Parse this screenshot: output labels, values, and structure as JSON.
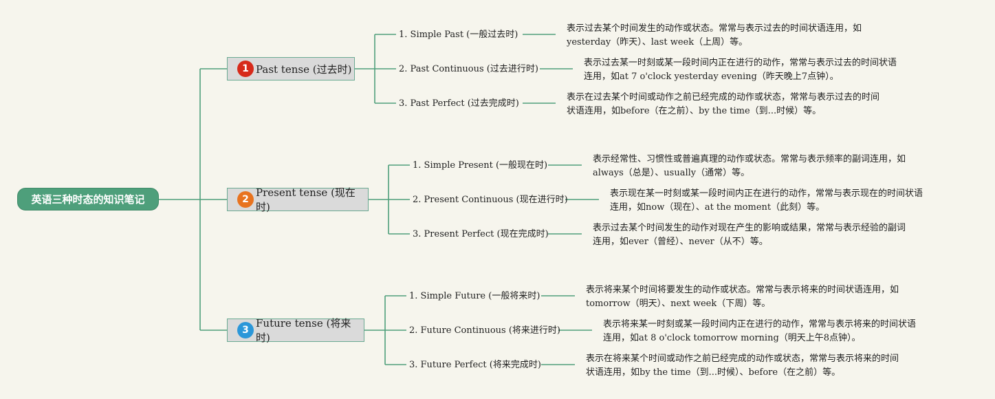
{
  "root": {
    "label": "英语三种时态的知识笔记"
  },
  "colors": {
    "line": "#4e9f7b",
    "root_bg": "#4e9f7b",
    "branch_bg": "#dadada"
  },
  "branches": [
    {
      "badge": "1",
      "badge_color": "#d72a1a",
      "label": "Past tense (过去时)",
      "items": [
        {
          "label": "1. Simple Past (一般过去时)",
          "desc": [
            "表示过去某个时间发生的动作或状态。常常与表示过去的时间状语连用，如",
            "yesterday（昨天）、last week（上周）等。"
          ]
        },
        {
          "label": "2. Past Continuous (过去进行时)",
          "desc": [
            "表示过去某一时刻或某一段时间内正在进行的动作，常常与表示过去的时间状语",
            "连用，如at 7 o'clock yesterday evening（昨天晚上7点钟）。"
          ]
        },
        {
          "label": "3. Past Perfect (过去完成时)",
          "desc": [
            "表示在过去某个时间或动作之前已经完成的动作或状态，常常与表示过去的时间",
            "状语连用，如before（在之前）、by the time（到...时候）等。"
          ]
        }
      ]
    },
    {
      "badge": "2",
      "badge_color": "#e8731f",
      "label": "Present tense (现在时)",
      "items": [
        {
          "label": "1. Simple Present (一般现在时)",
          "desc": [
            "表示经常性、习惯性或普遍真理的动作或状态。常常与表示频率的副词连用，如",
            "always（总是）、usually（通常）等。"
          ]
        },
        {
          "label": "2. Present Continuous (现在进行时)",
          "desc": [
            "表示现在某一时刻或某一段时间内正在进行的动作，常常与表示现在的时间状语",
            "连用，如now（现在）、at the moment（此刻）等。"
          ]
        },
        {
          "label": "3. Present Perfect (现在完成时)",
          "desc": [
            "表示过去某个时间发生的动作对现在产生的影响或结果，常常与表示经验的副词",
            "连用，如ever（曾经）、never（从不）等。"
          ]
        }
      ]
    },
    {
      "badge": "3",
      "badge_color": "#2b97d9",
      "label": "Future tense (将来时)",
      "items": [
        {
          "label": "1. Simple Future (一般将来时)",
          "desc": [
            "表示将来某个时间将要发生的动作或状态。常常与表示将来的时间状语连用，如",
            "tomorrow（明天）、next week（下周）等。"
          ]
        },
        {
          "label": "2. Future Continuous (将来进行时)",
          "desc": [
            "表示将来某一时刻或某一段时间内正在进行的动作，常常与表示将来的时间状语",
            "连用，如at 8 o'clock tomorrow morning（明天上午8点钟）。"
          ]
        },
        {
          "label": "3. Future Perfect (将来完成时)",
          "desc": [
            "表示在将来某个时间或动作之前已经完成的动作或状态，常常与表示将来的时间",
            "状语连用，如by the time（到...时候）、before（在之前）等。"
          ]
        }
      ]
    }
  ]
}
